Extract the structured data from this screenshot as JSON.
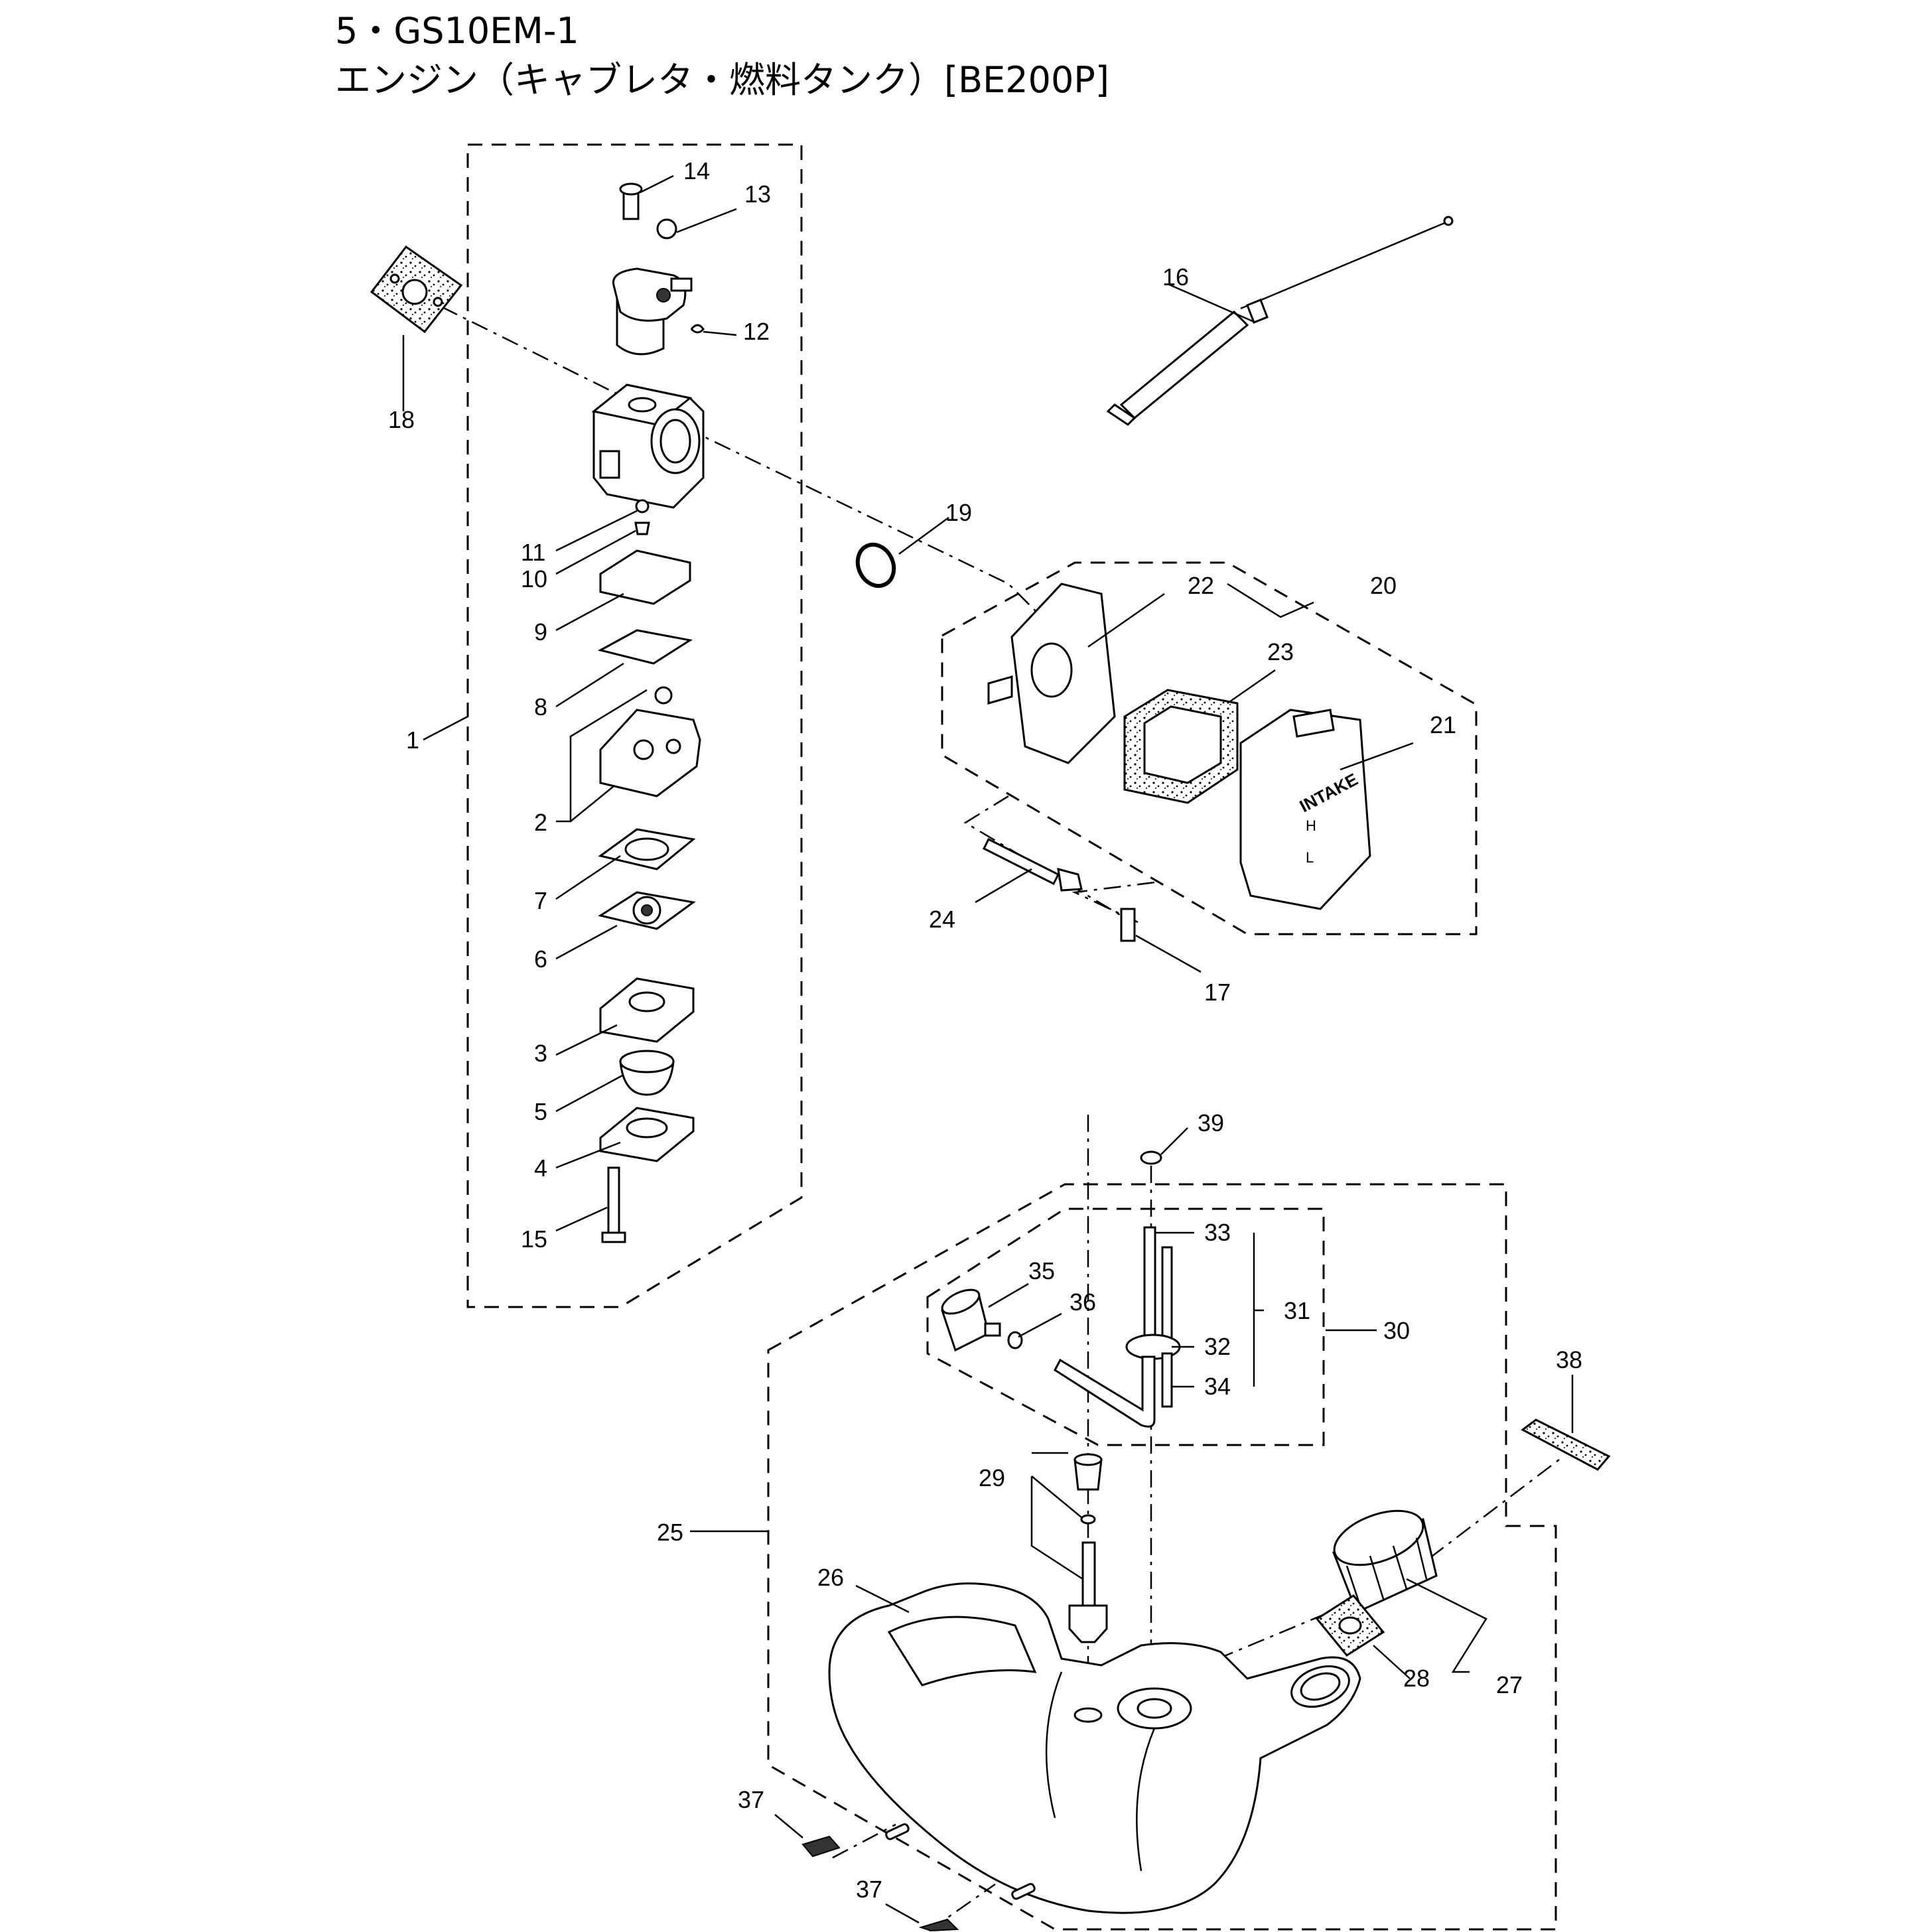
{
  "header": {
    "line1": "5・GS10EM-1",
    "line2": "エンジン（キャブレタ・燃料タンク）[BE200P]"
  },
  "parts_diagram": {
    "callouts": [
      "1",
      "2",
      "3",
      "4",
      "5",
      "6",
      "7",
      "8",
      "9",
      "10",
      "11",
      "12",
      "13",
      "14",
      "15",
      "16",
      "17",
      "18",
      "19",
      "20",
      "21",
      "22",
      "23",
      "24",
      "25",
      "26",
      "27",
      "28",
      "29",
      "30",
      "31",
      "32",
      "33",
      "34",
      "35",
      "36",
      "37",
      "37",
      "38",
      "39"
    ],
    "imprints": {
      "intake": "INTAKE",
      "mark_h": "H",
      "mark_l": "L"
    }
  }
}
